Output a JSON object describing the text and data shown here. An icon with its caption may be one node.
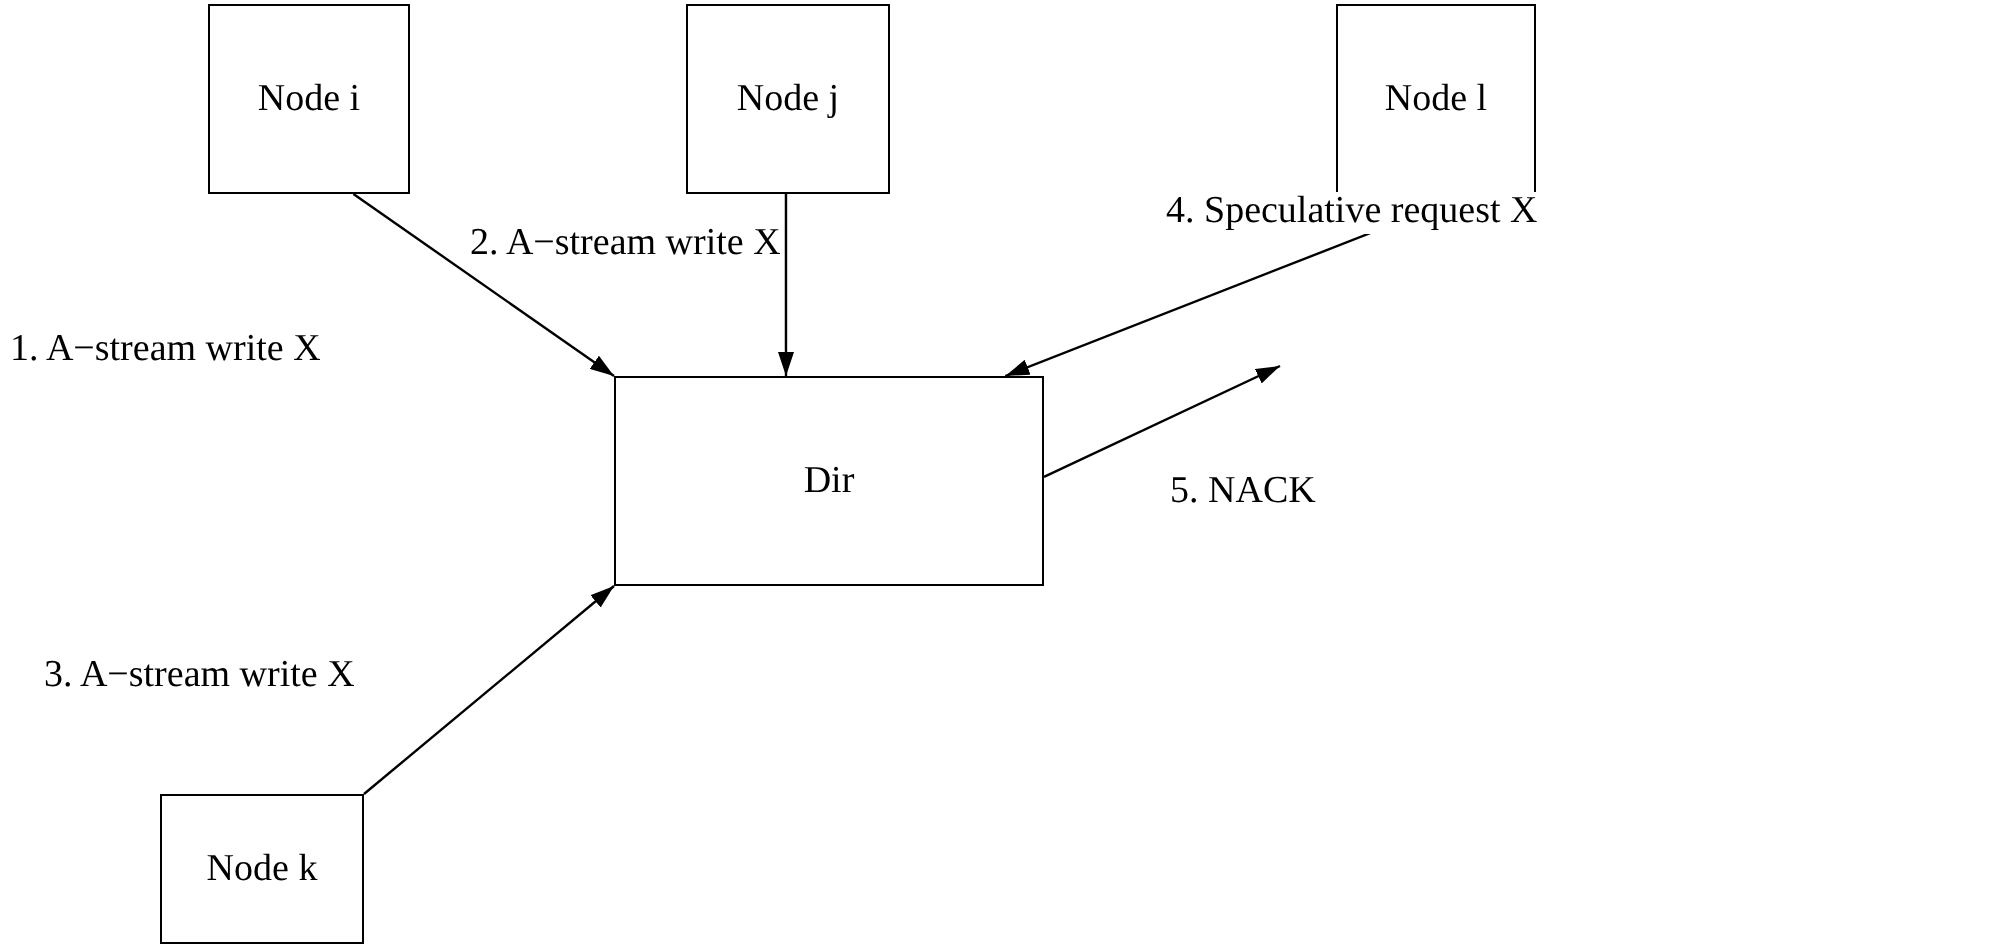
{
  "diagram": {
    "nodes": [
      {
        "text": [
          "Node i"
        ]
      },
      {
        "text": [
          "Node j"
        ]
      },
      {
        "text": [
          "Node l"
        ]
      },
      {
        "text": [
          "Dir"
        ]
      },
      {
        "text": [
          "Node k"
        ]
      }
    ],
    "edges": [
      {
        "from": 0,
        "to": 3,
        "arrow": "to",
        "label": "1. A−stream write X"
      },
      {
        "from": 1,
        "to": 3,
        "arrow": "to",
        "label": "2. A−stream write X"
      },
      {
        "from": 4,
        "to": 3,
        "arrow": "to",
        "label": "3. A−stream write X"
      },
      {
        "from": 2,
        "to": 3,
        "arrow": "to",
        "label": "4. Speculative request X"
      },
      {
        "from": 3,
        "to": null,
        "arrow": "to",
        "label": "5. NACK"
      }
    ]
  }
}
